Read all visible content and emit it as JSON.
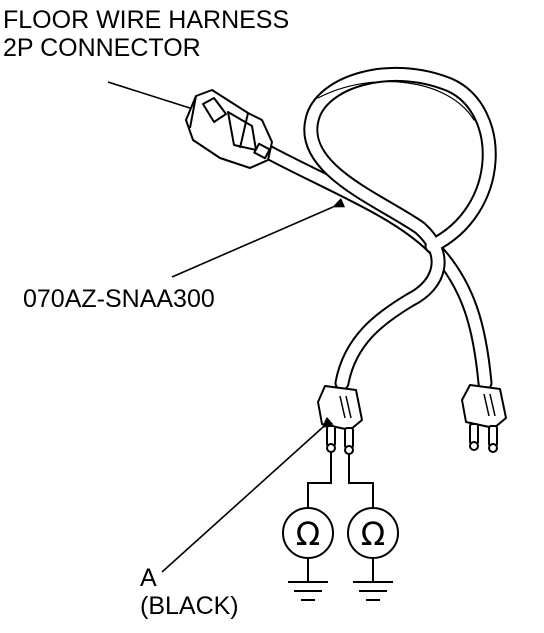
{
  "labels": {
    "connector_line1": "FLOOR WIRE HARNESS",
    "connector_line2": "2P CONNECTOR",
    "tool_part_number": "070AZ-SNAA300",
    "terminal_letter": "A",
    "terminal_color": "(BLACK)"
  },
  "symbols": {
    "ohm": "Ω"
  },
  "colors": {
    "ink": "#000000",
    "paper": "#ffffff"
  }
}
